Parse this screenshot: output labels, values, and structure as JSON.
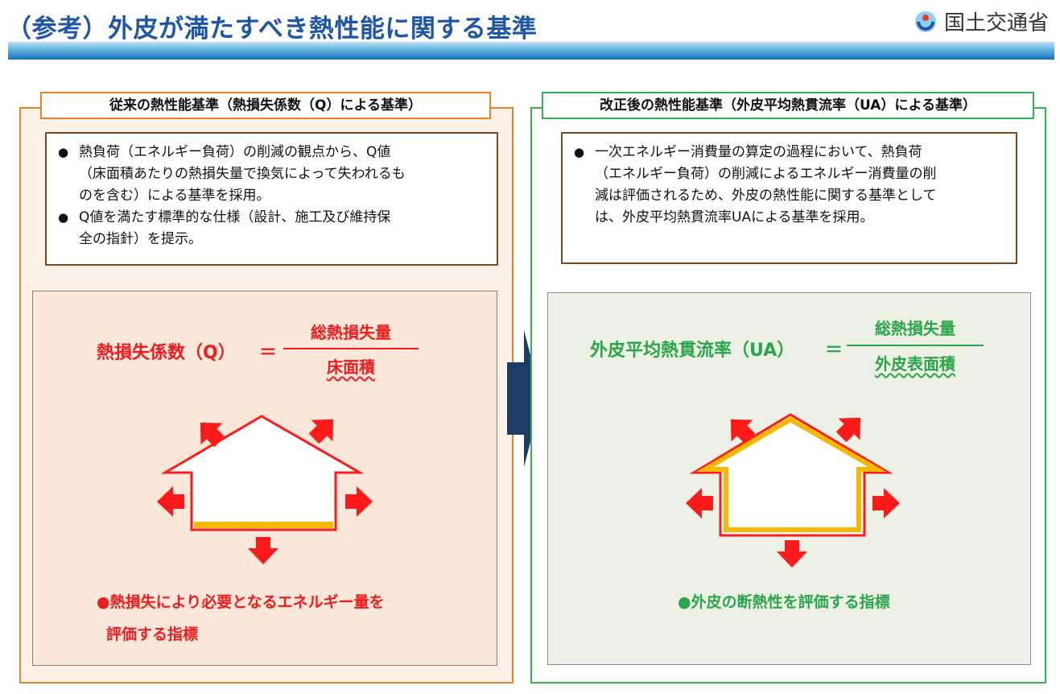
{
  "header": {
    "title": "（参考）外皮が満たすべき熱性能に関する基準",
    "ministry": "国土交通省",
    "logo_icon": "mlit-logo-icon"
  },
  "colors": {
    "title_blue": "#1f56a8",
    "left_accent": "#e3842a",
    "right_accent": "#36b24a",
    "red_text": "#ee1c1c",
    "green_text": "#2aa64a",
    "arrow_red": "#ff1a1a",
    "insulation_yellow": "#f6b800",
    "middle_arrow": "#1d3d66"
  },
  "left": {
    "heading": "従来の熱性能基準（熱損失係数（Q）による基準）",
    "bullets": [
      "熱負荷（エネルギー負荷）の削減の観点から、Q値（床面積あたりの熱損失量で換気によって失われるものを含む）による基準を採用。",
      "Q値を満たす標準的な仕様（設計、施工及び維持保全の指針）を提示。"
    ],
    "bullets_lines": [
      [
        "熱負荷（エネルギー負荷）の削減の観点から、Q値",
        "（床面積あたりの熱損失量で換気によって失われるも",
        "のを含む）による基準を採用。"
      ],
      [
        "Q値を満たす標準的な仕様（設計、施工及び維持保",
        "全の指針）を提示。"
      ]
    ],
    "formula": {
      "label": "熱損失係数（Q）",
      "equals": "＝",
      "numerator": "総熱損失量",
      "denominator": "床面積"
    },
    "caption_lines": [
      "●熱損失により必要となるエネルギー量を",
      "評価する指標"
    ]
  },
  "right": {
    "heading": "改正後の熱性能基準（外皮平均熱貫流率（UA）による基準）",
    "bullet_lines": [
      "一次エネルギー消費量の算定の過程において、熱負荷",
      "（エネルギー負荷）の削減によるエネルギー消費量の削",
      "減は評価されるため、外皮の熱性能に関する基準として",
      "は、外皮平均熱貫流率UAによる基準を採用。"
    ],
    "formula": {
      "label": "外皮平均熱貫流率（UA）",
      "equals": "＝",
      "numerator": "総熱損失量",
      "denominator": "外皮表面積"
    },
    "caption": "●外皮の断熱性を評価する指標"
  },
  "middle_arrow_icon": "right-arrow-icon"
}
